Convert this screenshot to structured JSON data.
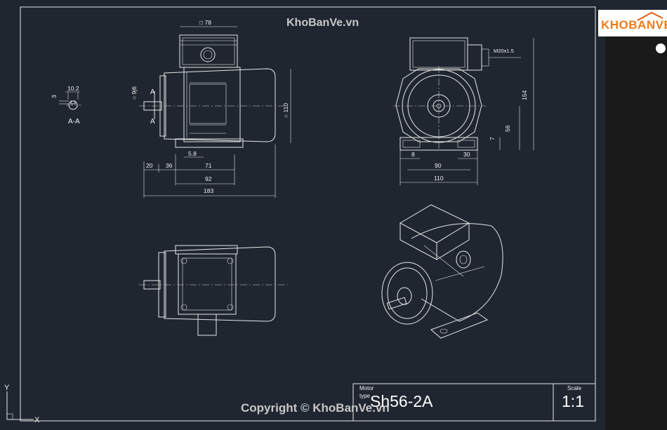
{
  "watermark": {
    "top": "KhoBanVe.vn",
    "bottom": "Copyright © KhoBanVe.vn",
    "logo": "KHOBANVE"
  },
  "section_label": "A-A",
  "section_mark": "A",
  "dimensions": {
    "key_width": "10.2",
    "key_depth": "3",
    "box_width": "□ 78",
    "shaft_dia": "○ 9j6",
    "body_dia": "○ 110",
    "d5_8": "5.8",
    "d20": "20",
    "d36": "36",
    "d71": "71",
    "d92": "92",
    "d183": "183",
    "thread": "M20x1.5",
    "d154": "154",
    "d56": "56",
    "d7": "7",
    "d8": "8",
    "d30": "30",
    "d90": "90",
    "d110": "110"
  },
  "title_block": {
    "motor_label": "Motor",
    "type_label": "type",
    "model": "Sh56-2A",
    "scale_label": "Scale",
    "scale": "1:1"
  },
  "ucs": {
    "y": "Y",
    "x": "X"
  }
}
